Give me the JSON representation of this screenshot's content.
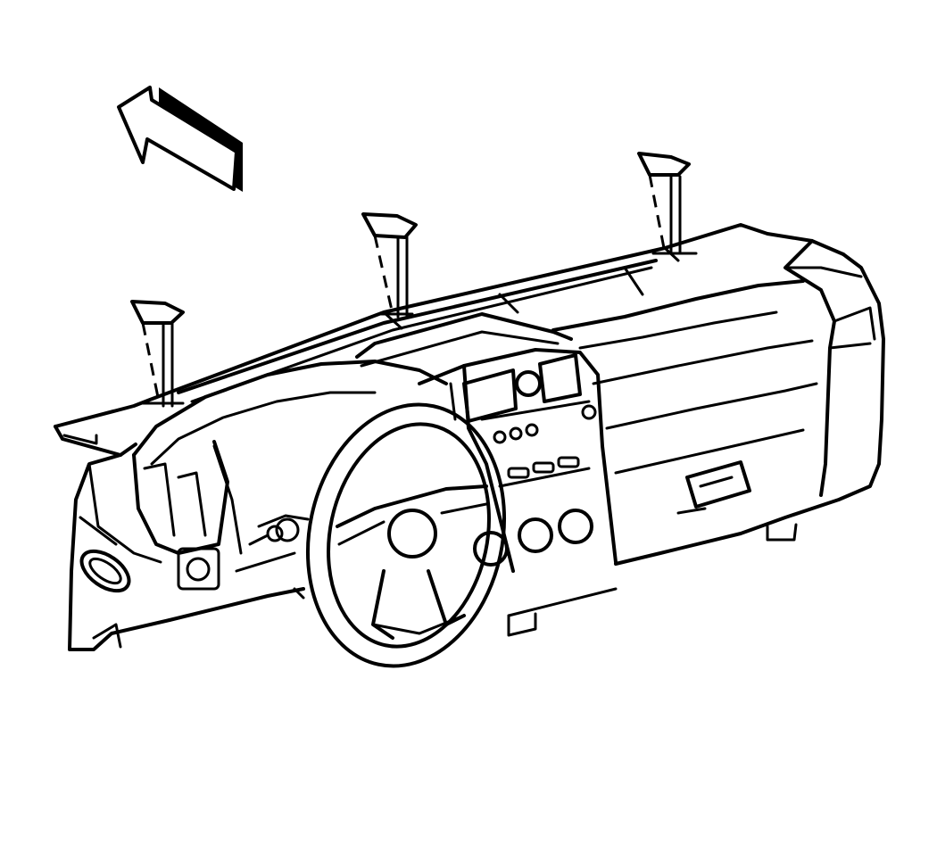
{
  "diagram": {
    "kind": "exploded-view line illustration",
    "colors": {
      "line": "#000000",
      "background": "#ffffff"
    },
    "direction_arrow": {
      "icon": "direction-arrow-icon",
      "direction": "up-left"
    },
    "clips": [
      {
        "id": "clip-left",
        "icon": "retaining-clip-icon"
      },
      {
        "id": "clip-center",
        "icon": "retaining-clip-icon"
      },
      {
        "id": "clip-right",
        "icon": "retaining-clip-icon"
      }
    ]
  }
}
